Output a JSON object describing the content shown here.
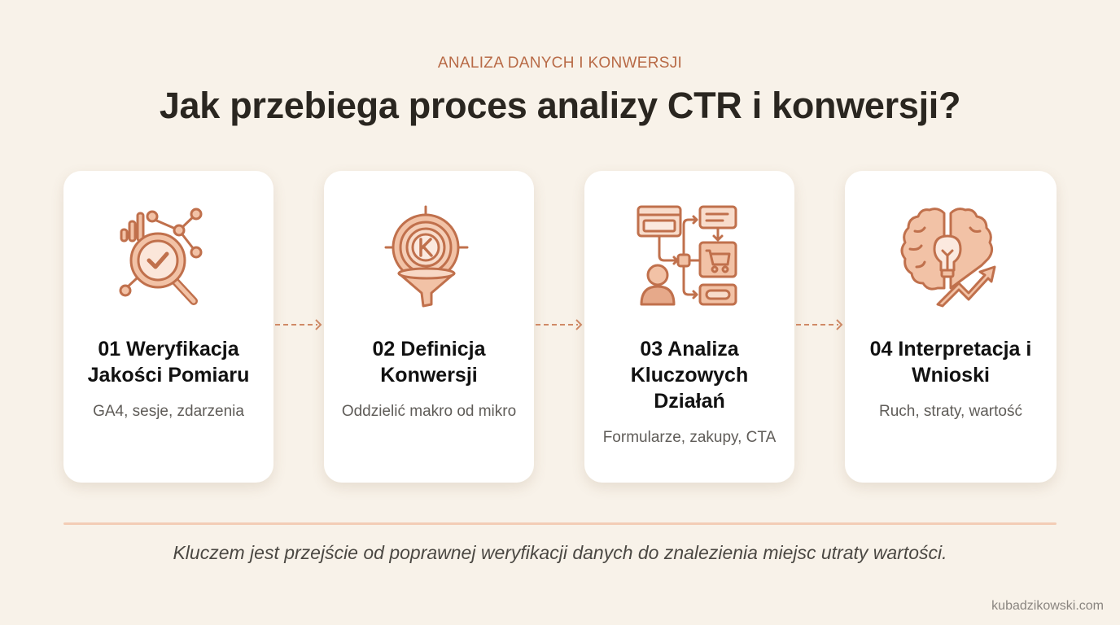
{
  "header": {
    "kicker": "ANALIZA DANYCH I KONWERSJI",
    "title": "Jak przebiega proces analizy CTR i konwersji?"
  },
  "steps": [
    {
      "number": "01",
      "title": "01 Weryfikacja Jakości Pomiaru",
      "subtitle": "GA4, sesje, zdarzenia",
      "icon": "magnifier-check-analytics-icon"
    },
    {
      "number": "02",
      "title": "02 Definicja Konwersji",
      "subtitle": "Oddzielić makro od mikro",
      "icon": "target-funnel-icon"
    },
    {
      "number": "03",
      "title": "03 Analiza Kluczowych Działań",
      "subtitle": "Formularze, zakupy, CTA",
      "icon": "user-flow-cart-icon"
    },
    {
      "number": "04",
      "title": "04 Interpretacja i Wnioski",
      "subtitle": "Ruch, straty, wartość",
      "icon": "brain-lightbulb-growth-icon"
    }
  ],
  "footer": {
    "note": "Kluczem jest przejście od poprawnej weryfikacji danych do znalezienia miejsc utraty wartości.",
    "site": "kubadzikowski.com"
  },
  "colors": {
    "background": "#f8f2e9",
    "accent": "#b86a46",
    "icon_stroke": "#c0704c",
    "icon_fill": "#f2c2a6",
    "divider": "#f3cdb6"
  }
}
